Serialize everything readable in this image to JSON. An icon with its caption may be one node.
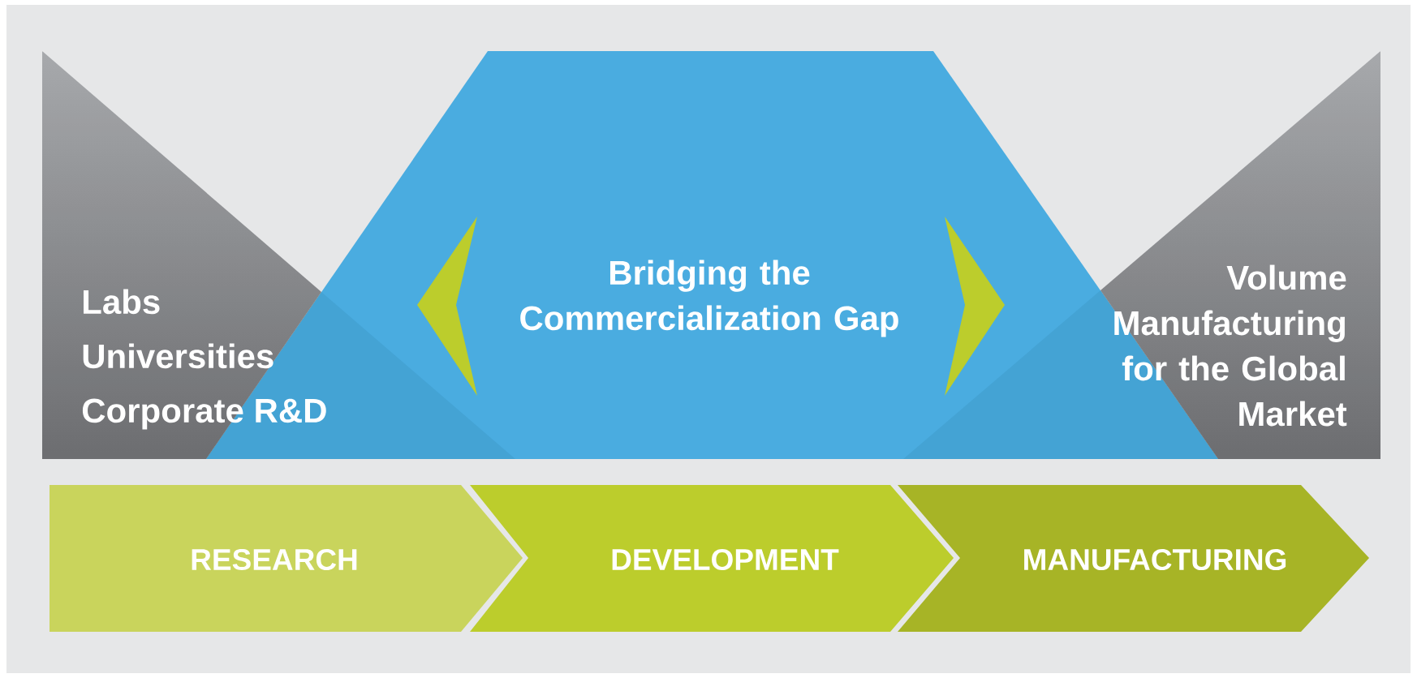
{
  "diagram": {
    "nodes": [
      {
        "text": [
          "Labs",
          "Universities",
          "Corporate R&D"
        ]
      },
      {
        "text": [
          "Bridging the Commercialization Gap"
        ]
      },
      {
        "text": [
          "Volume Manufacturing for the Global Market"
        ]
      },
      {
        "text": [
          "RESEARCH"
        ]
      },
      {
        "text": [
          "DEVELOPMENT"
        ]
      },
      {
        "text": [
          "MANUFACTURING"
        ]
      }
    ]
  }
}
